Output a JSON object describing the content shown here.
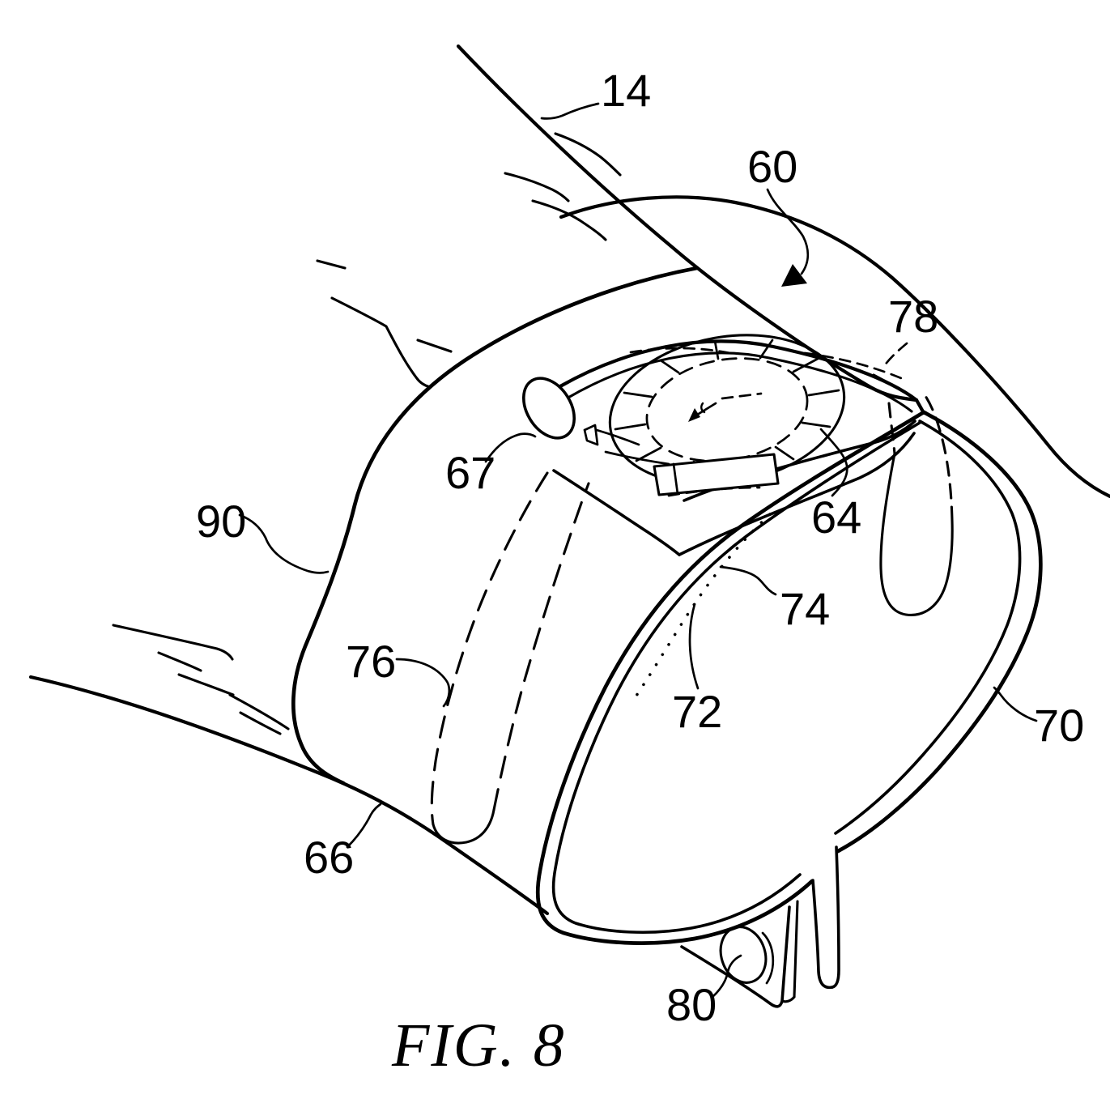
{
  "figure": {
    "caption": "FIG. 8",
    "labels": {
      "l14": "14",
      "l60": "60",
      "l78": "78",
      "l67": "67",
      "l64": "64",
      "l90": "90",
      "l74": "74",
      "l76": "76",
      "l72": "72",
      "l70": "70",
      "l66": "66",
      "l80": "80"
    }
  }
}
